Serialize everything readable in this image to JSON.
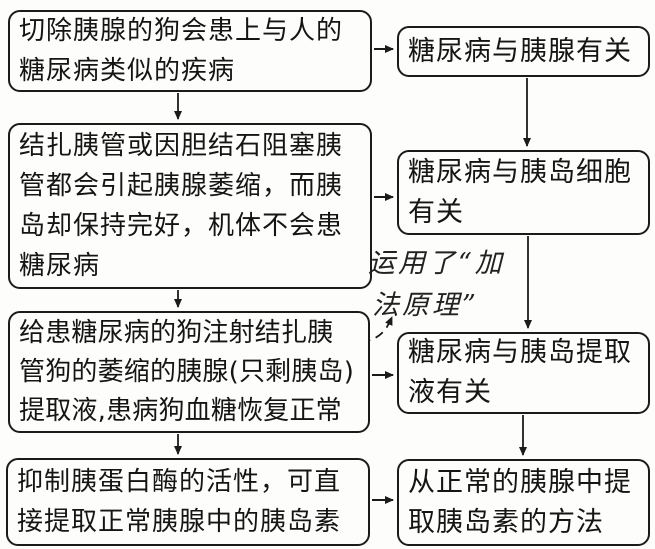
{
  "diagram": {
    "title_hint": "糖尿病与胰岛素研究历程流程图",
    "colors": {
      "background": "#fdfdfb",
      "line": "#1b1b1b",
      "text": "#151515"
    },
    "left_boxes": [
      {
        "id": "experiment-1",
        "lines": [
          "切除胰腺的狗会患上与人的",
          "糖尿病类似的疾病"
        ]
      },
      {
        "id": "experiment-2",
        "lines": [
          "结扎胰管或因胆结石阻塞胰",
          "管都会引起胰腺萎缩，而胰",
          "岛却保持完好，机体不会患",
          "糖尿病"
        ]
      },
      {
        "id": "experiment-3",
        "lines": [
          "给患糖尿病的狗注射结扎胰",
          "管狗的萎缩的胰腺(只剩胰岛)",
          "提取液,患病狗血糖恢复正常"
        ]
      },
      {
        "id": "experiment-4",
        "lines": [
          "抑制胰蛋白酶的活性，可直",
          "接提取正常胰腺中的胰岛素"
        ]
      }
    ],
    "right_boxes": [
      {
        "id": "conclusion-1",
        "lines": [
          "糖尿病与胰腺有关"
        ]
      },
      {
        "id": "conclusion-2",
        "lines": [
          "糖尿病与胰岛细胞",
          "有关"
        ]
      },
      {
        "id": "conclusion-3",
        "lines": [
          "糖尿病与胰岛提取",
          "液有关"
        ]
      },
      {
        "id": "conclusion-4",
        "lines": [
          "从正常的胰腺中提",
          "取胰岛素的方法"
        ]
      }
    ],
    "annotation": {
      "lines": [
        "运用了“加",
        "法原理”"
      ]
    }
  }
}
